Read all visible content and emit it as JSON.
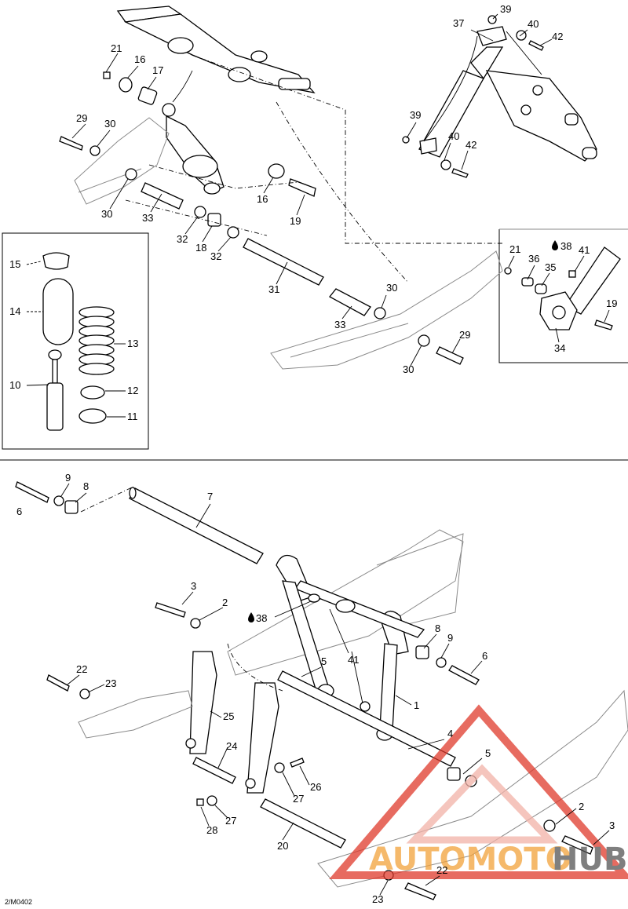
{
  "drawing_code": "2/M0402",
  "lubricant_symbol": "droplet-icon",
  "watermark": {
    "text_part1": "AUTOMOTO",
    "text_part2": "HUB",
    "color_light": "#f2b2a8",
    "color_red": "#e03a2c",
    "color_orange": "#f2a23a"
  },
  "callouts": {
    "upper": [
      {
        "id": "21a",
        "text": "21"
      },
      {
        "id": "16a",
        "text": "16"
      },
      {
        "id": "17",
        "text": "17"
      },
      {
        "id": "29a",
        "text": "29"
      },
      {
        "id": "30a",
        "text": "30"
      },
      {
        "id": "30b",
        "text": "30"
      },
      {
        "id": "33a",
        "text": "33"
      },
      {
        "id": "32a",
        "text": "32"
      },
      {
        "id": "18",
        "text": "18"
      },
      {
        "id": "32b",
        "text": "32"
      },
      {
        "id": "16b",
        "text": "16"
      },
      {
        "id": "19a",
        "text": "19"
      },
      {
        "id": "31",
        "text": "31"
      },
      {
        "id": "33b",
        "text": "33"
      },
      {
        "id": "30c",
        "text": "30"
      },
      {
        "id": "29b",
        "text": "29"
      },
      {
        "id": "30d",
        "text": "30"
      },
      {
        "id": "39a",
        "text": "39"
      },
      {
        "id": "37",
        "text": "37"
      },
      {
        "id": "40a",
        "text": "40"
      },
      {
        "id": "42a",
        "text": "42"
      },
      {
        "id": "39b",
        "text": "39"
      },
      {
        "id": "40b",
        "text": "40"
      },
      {
        "id": "42b",
        "text": "42"
      }
    ],
    "inset_shock": [
      {
        "id": "15",
        "text": "15"
      },
      {
        "id": "14",
        "text": "14"
      },
      {
        "id": "13",
        "text": "13"
      },
      {
        "id": "10",
        "text": "10"
      },
      {
        "id": "12",
        "text": "12"
      },
      {
        "id": "11",
        "text": "11"
      }
    ],
    "inset_bracket": [
      {
        "id": "21b",
        "text": "21"
      },
      {
        "id": "38a",
        "text": "38"
      },
      {
        "id": "41a",
        "text": "41"
      },
      {
        "id": "36",
        "text": "36"
      },
      {
        "id": "35",
        "text": "35"
      },
      {
        "id": "19b",
        "text": "19"
      },
      {
        "id": "34",
        "text": "34"
      }
    ],
    "lower": [
      {
        "id": "9a",
        "text": "9"
      },
      {
        "id": "8a",
        "text": "8"
      },
      {
        "id": "6a",
        "text": "6"
      },
      {
        "id": "7",
        "text": "7"
      },
      {
        "id": "3a",
        "text": "3"
      },
      {
        "id": "2a",
        "text": "2"
      },
      {
        "id": "38b",
        "text": "38"
      },
      {
        "id": "41b",
        "text": "41"
      },
      {
        "id": "8b",
        "text": "8"
      },
      {
        "id": "9b",
        "text": "9"
      },
      {
        "id": "6b",
        "text": "6"
      },
      {
        "id": "5a",
        "text": "5"
      },
      {
        "id": "1",
        "text": "1"
      },
      {
        "id": "22a",
        "text": "22"
      },
      {
        "id": "23a",
        "text": "23"
      },
      {
        "id": "25",
        "text": "25"
      },
      {
        "id": "4",
        "text": "4"
      },
      {
        "id": "5b",
        "text": "5"
      },
      {
        "id": "24",
        "text": "24"
      },
      {
        "id": "26",
        "text": "26"
      },
      {
        "id": "27a",
        "text": "27"
      },
      {
        "id": "27b",
        "text": "27"
      },
      {
        "id": "28",
        "text": "28"
      },
      {
        "id": "2b",
        "text": "2"
      },
      {
        "id": "3b",
        "text": "3"
      },
      {
        "id": "20",
        "text": "20"
      },
      {
        "id": "22b",
        "text": "22"
      },
      {
        "id": "23b",
        "text": "23"
      }
    ]
  }
}
